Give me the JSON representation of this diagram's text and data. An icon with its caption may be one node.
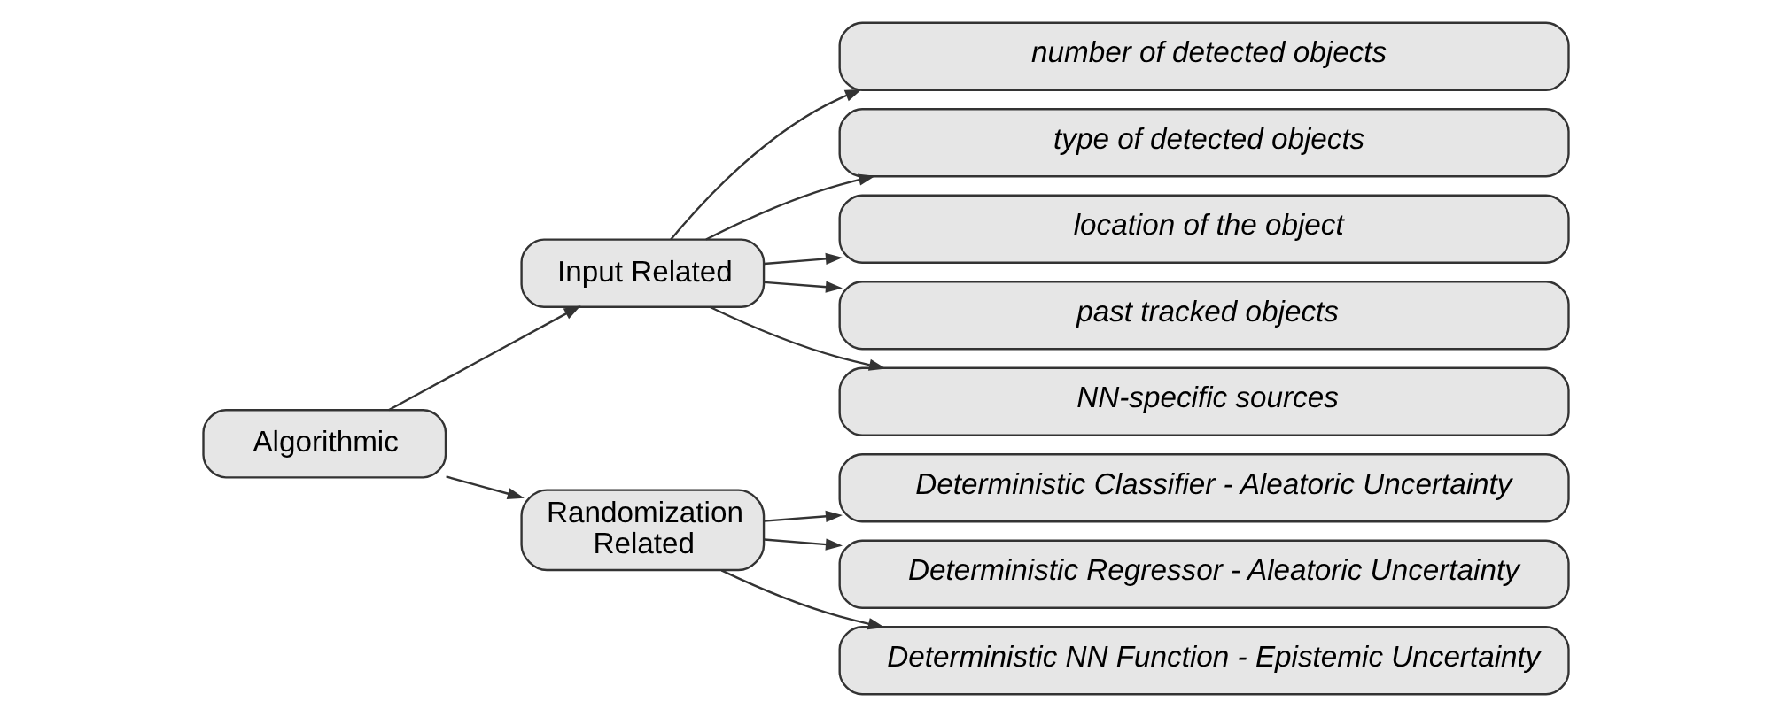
{
  "diagram": {
    "nodes": [
      {
        "text": [
          "Algorithmic"
        ]
      },
      {
        "text": [
          "Input Related"
        ]
      },
      {
        "text": [
          "Randomization Related"
        ]
      },
      {
        "text": [
          "number of detected objects"
        ]
      },
      {
        "text": [
          "type of detected objects"
        ]
      },
      {
        "text": [
          "location of the object"
        ]
      },
      {
        "text": [
          "past tracked objects"
        ]
      },
      {
        "text": [
          "NN-specific sources"
        ]
      },
      {
        "text": [
          "Deterministic Classifier - Aleatoric Uncertainty"
        ]
      },
      {
        "text": [
          "Deterministic Regressor - Aleatoric Uncertainty"
        ]
      },
      {
        "text": [
          "Deterministic NN Function - Epistemic Uncertainty"
        ]
      }
    ],
    "edges": [
      {
        "from": 0,
        "to": 1,
        "arrow": "to"
      },
      {
        "from": 0,
        "to": 2,
        "arrow": "to"
      },
      {
        "from": 1,
        "to": 3,
        "arrow": "to"
      },
      {
        "from": 1,
        "to": 4,
        "arrow": "to"
      },
      {
        "from": 1,
        "to": 5,
        "arrow": "to"
      },
      {
        "from": 1,
        "to": 6,
        "arrow": "to"
      },
      {
        "from": 1,
        "to": 7,
        "arrow": "to"
      },
      {
        "from": 2,
        "to": 8,
        "arrow": "to"
      },
      {
        "from": 2,
        "to": 9,
        "arrow": "to"
      },
      {
        "from": 2,
        "to": 10,
        "arrow": "to"
      }
    ]
  }
}
